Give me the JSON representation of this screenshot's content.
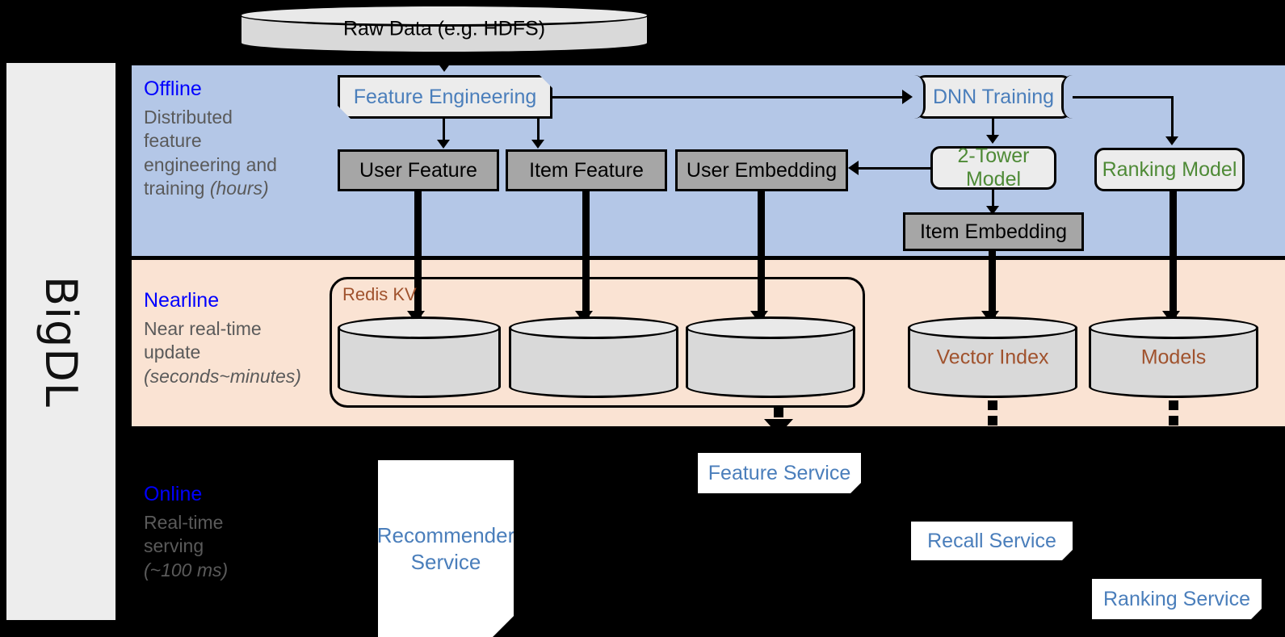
{
  "platform": {
    "name": "BigDL"
  },
  "source": {
    "label": "Raw Data (e.g. HDFS)"
  },
  "bands": {
    "offline": {
      "title": "Offline",
      "desc_line1": "Distributed",
      "desc_line2": "feature",
      "desc_line3": "engineering and",
      "desc_line4": "training ",
      "desc_emph": "(hours)"
    },
    "nearline": {
      "title": "Nearline",
      "desc_line1": "Near real-time",
      "desc_line2": "update",
      "desc_emph": "(seconds~minutes)"
    },
    "online": {
      "title": "Online",
      "desc_line1": "Real-time",
      "desc_line2": "serving",
      "desc_emph": "(~100 ms)"
    }
  },
  "offline_nodes": {
    "feature_engineering": "Feature Engineering",
    "dnn_training": "DNN Training",
    "user_feature": "User Feature",
    "item_feature": "Item Feature",
    "user_embedding": "User Embedding",
    "two_tower_model": "2-Tower Model",
    "ranking_model": "Ranking Model",
    "item_embedding": "Item Embedding"
  },
  "nearline_nodes": {
    "redis_group_label": "Redis KV",
    "store_user_feature": "",
    "store_item_feature": "",
    "store_user_embedding": "",
    "vector_index": "Vector Index",
    "models": "Models"
  },
  "online_nodes": {
    "recommender_service_l1": "Recommender",
    "recommender_service_l2": "Service",
    "feature_service": "Feature Service",
    "recall_service": "Recall Service",
    "ranking_service": "Ranking Service"
  },
  "colors": {
    "offline_bg": "#b4c7e7",
    "nearline_bg": "#fae3d3",
    "online_bg": "#000000",
    "band_title": "#0000ff",
    "band_desc": "#5a5a5a",
    "node_blue_text": "#4a7ebb",
    "node_green_text": "#4e8a36",
    "store_brown_text": "#a0522d",
    "gray_node_fill": "#a6a6a6",
    "card_node_fill": "#ececec",
    "rail_fill": "#ededed"
  }
}
